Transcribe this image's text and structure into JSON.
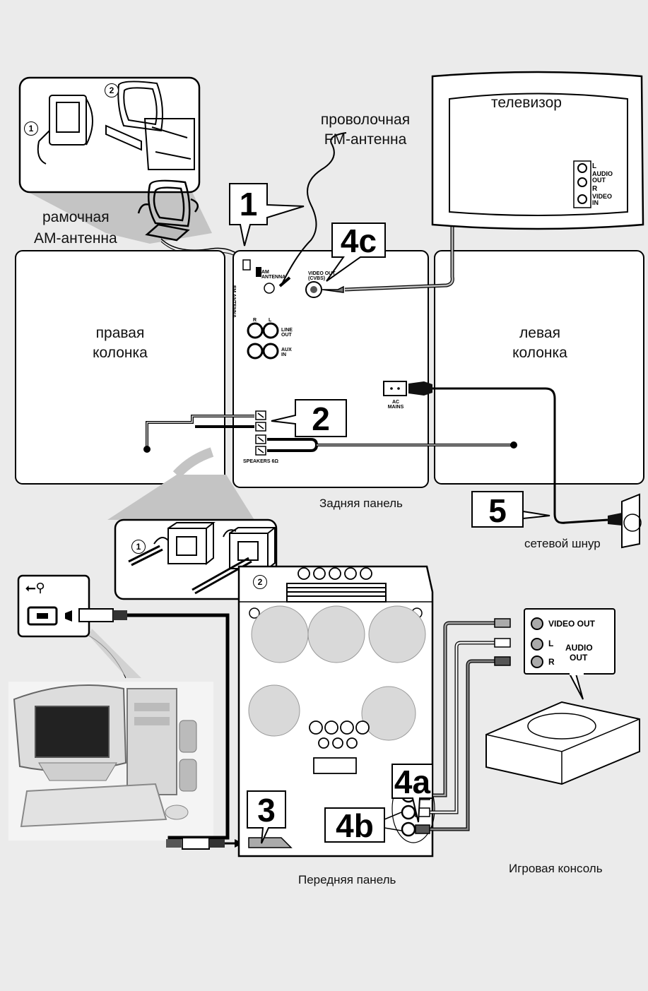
{
  "labels": {
    "tv": "телевизор",
    "fm_antenna_line1": "проволочная",
    "fm_antenna_line2": "FM-антенна",
    "am_antenna_line1": "рамочная",
    "am_antenna_line2": "АМ-антенна",
    "right_speaker_line1": "правая",
    "right_speaker_line2": "колонка",
    "left_speaker_line1": "левая",
    "left_speaker_line2": "колонка",
    "rear_panel": "Задняя панель",
    "power_cord": "сетевой шнур",
    "front_panel": "Передняя панель",
    "game_console": "Игровая консоль"
  },
  "callouts": {
    "c1": "1",
    "c2": "2",
    "c3": "3",
    "c4a": "4a",
    "c4b": "4b",
    "c4c": "4c",
    "c5": "5"
  },
  "steps": {
    "s1": "1",
    "s2": "2"
  },
  "panel_text": {
    "am_antenna": "AM ANTENNA",
    "fm_antenna": "FM ANTENNA",
    "video_out_cvbs": "VIDEO OUT (CVBS)",
    "line_out": "LINE OUT",
    "aux_in": "AUX IN",
    "r": "R",
    "l": "L",
    "ac_mains": "AC MAINS",
    "speakers": "SPEAKERS 6Ω"
  },
  "tv_jacks": {
    "l": "L",
    "audio_out": "AUDIO OUT",
    "r": "R",
    "video_in": "VIDEO IN"
  },
  "console_jacks": {
    "video_out": "VIDEO OUT",
    "l": "L",
    "r": "R",
    "audio": "AUDIO",
    "out": "OUT"
  },
  "colors": {
    "background": "#ebebeb",
    "panel": "#ffffff",
    "outline": "#000000",
    "cable_gray": "#9a9a9a",
    "fan_gray": "#c8c8c8"
  }
}
